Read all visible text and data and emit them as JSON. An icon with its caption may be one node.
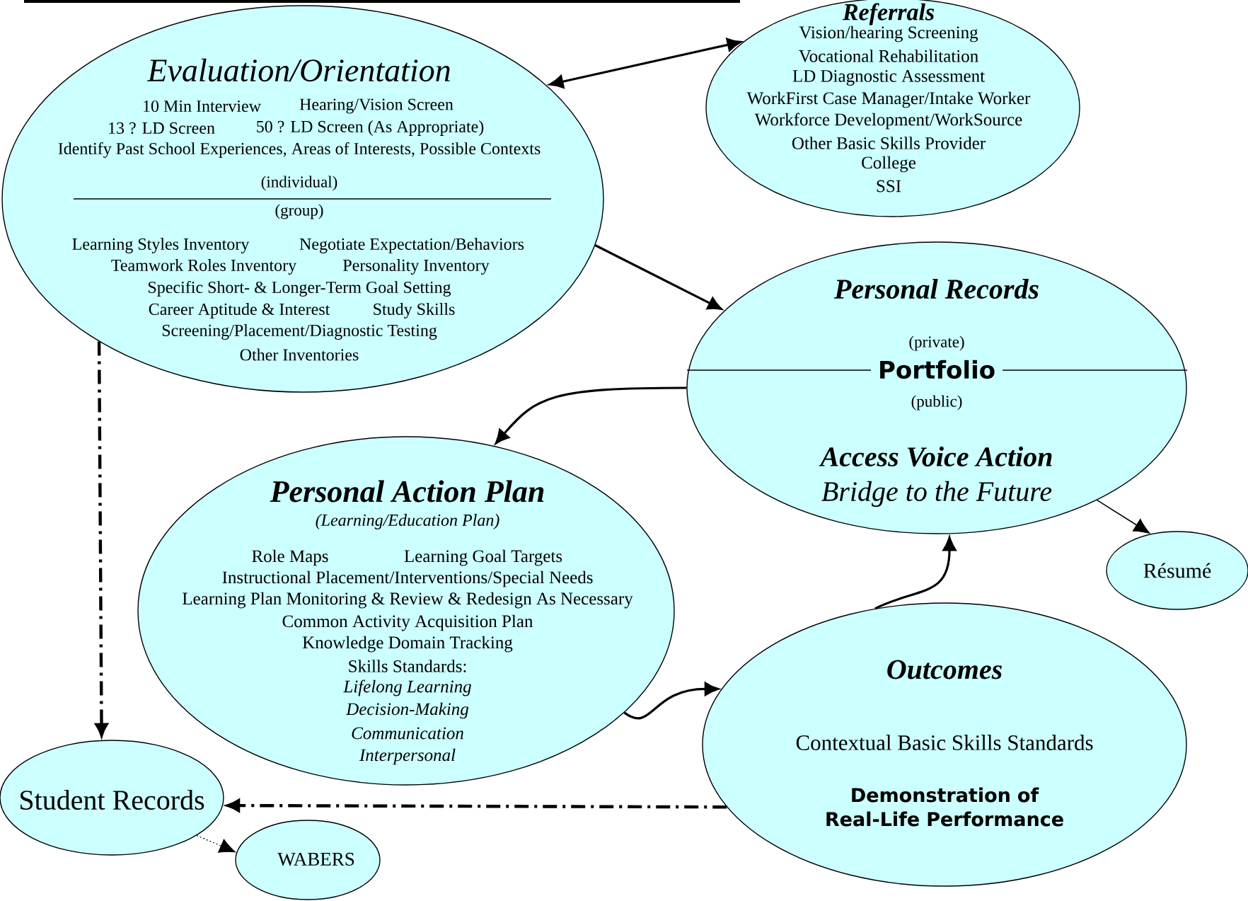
{
  "diagram": {
    "nodes": [
      {
        "text": [
          "Evaluation/Orientation",
          "10 Min Interview",
          "Hearing/Vision Screen",
          "13 ? LD Screen",
          "50 ? LD Screen (As Appropriate)",
          "Identify Past School Experiences, Areas of Interests, Possible Contexts",
          "(individual)",
          "(group)",
          "Learning Styles Inventory",
          "Negotiate Expectation/Behaviors",
          "Teamwork Roles Inventory",
          "Personality Inventory",
          "Specific Short- & Longer-Term Goal Setting",
          "Career Aptitude & Interest",
          "Study Skills",
          "Screening/Placement/Diagnostic Testing",
          "Other Inventories"
        ]
      },
      {
        "text": [
          "Referrals",
          "Vision/hearing Screening",
          "Vocational Rehabilitation",
          "LD Diagnostic Assessment",
          "WorkFirst Case Manager/Intake Worker",
          "Workforce Development/WorkSource",
          "Other Basic Skills Provider",
          "College",
          "SSI"
        ]
      },
      {
        "text": [
          "Personal Records",
          "(private)",
          "Portfolio",
          "(public)",
          "Access Voice Action",
          "Bridge to the Future"
        ]
      },
      {
        "text": [
          "Résumé"
        ]
      },
      {
        "text": [
          "Personal Action Plan",
          "(Learning/Education Plan)",
          "Role Maps",
          "Learning Goal Targets",
          "Instructional Placement/Interventions/Special Needs",
          "Learning Plan Monitoring & Review & Redesign As Necessary",
          "Common Activity Acquisition Plan",
          "Knowledge Domain Tracking",
          "Skills Standards:",
          "Lifelong Learning",
          "Decision-Making",
          "Communication",
          "Interpersonal"
        ]
      },
      {
        "text": [
          "Outcomes",
          "Contextual Basic Skills Standards",
          "Demonstration of Real-Life Performance"
        ]
      },
      {
        "text": [
          "Student Records"
        ]
      },
      {
        "text": [
          "WABERS"
        ]
      }
    ],
    "edges": [
      {
        "from": 0,
        "to": 1,
        "arrow": "both"
      },
      {
        "from": 0,
        "to": 2,
        "arrow": "to"
      },
      {
        "from": 2,
        "to": 4,
        "arrow": "to"
      },
      {
        "from": 4,
        "to": 5,
        "arrow": "to"
      },
      {
        "from": 5,
        "to": 2,
        "arrow": "to"
      },
      {
        "from": 2,
        "to": 3,
        "arrow": "to"
      },
      {
        "from": 0,
        "to": 6,
        "arrow": "to",
        "style": "dashed"
      },
      {
        "from": 5,
        "to": 6,
        "arrow": "to",
        "style": "dashed"
      },
      {
        "from": 6,
        "to": 7,
        "arrow": "to",
        "style": "dashed"
      }
    ]
  }
}
